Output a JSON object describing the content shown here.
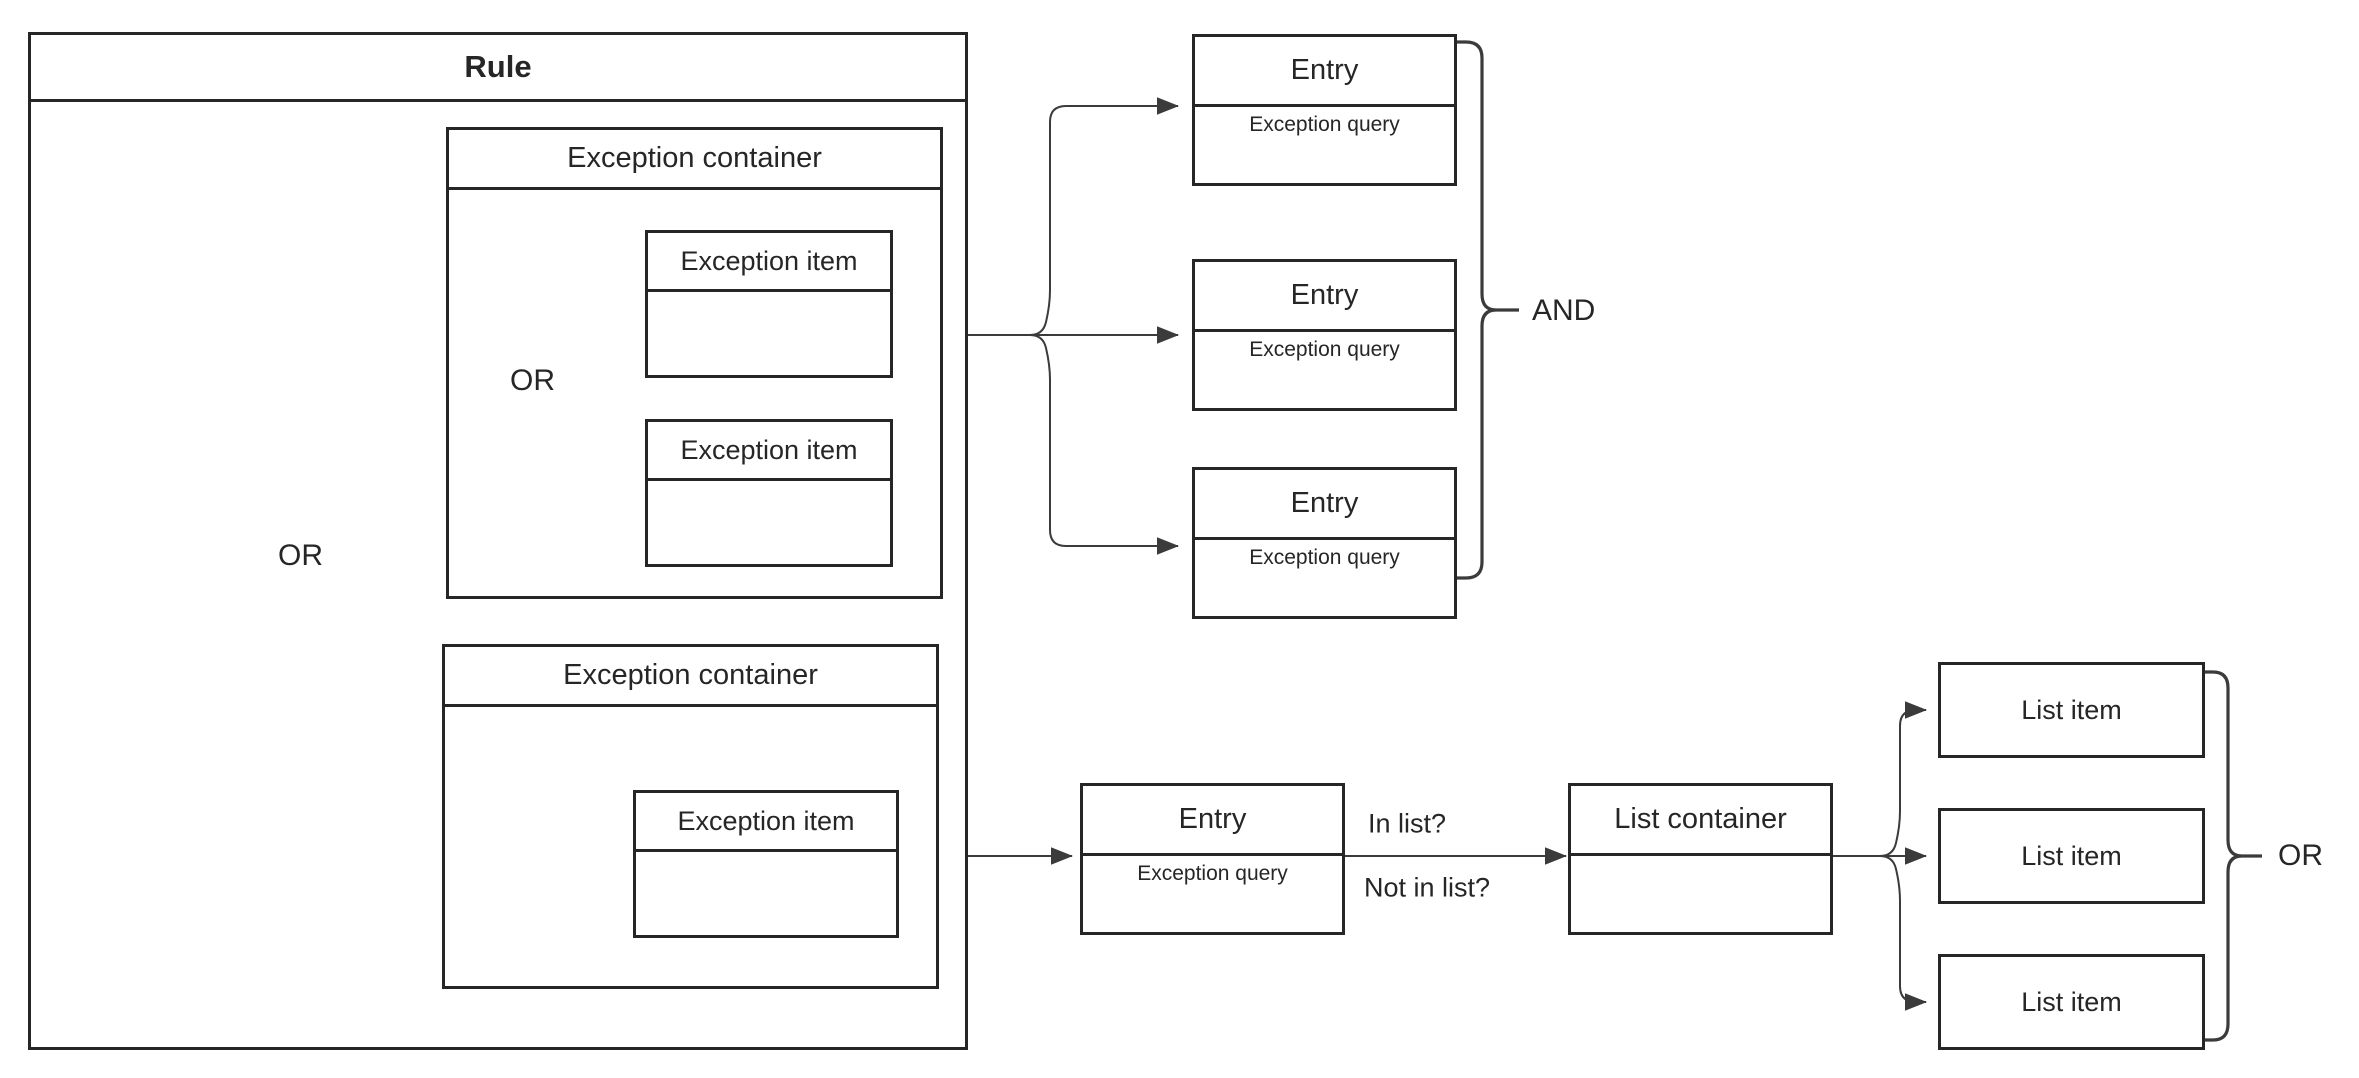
{
  "diagram": {
    "title": "Rule",
    "rule": {
      "header_label": "Rule"
    },
    "exception_containers": [
      {
        "header_label": "Exception container",
        "items": [
          {
            "header_label": "Exception item"
          },
          {
            "header_label": "Exception item"
          }
        ],
        "operator_label": "OR"
      },
      {
        "header_label": "Exception container",
        "items": [
          {
            "header_label": "Exception item"
          }
        ]
      }
    ],
    "outer_operator_label": "OR",
    "entries_top": [
      {
        "header_label": "Entry",
        "body_label": "Exception query"
      },
      {
        "header_label": "Entry",
        "body_label": "Exception query"
      },
      {
        "header_label": "Entry",
        "body_label": "Exception query"
      }
    ],
    "entries_top_operator_label": "AND",
    "entry_bottom": {
      "header_label": "Entry",
      "body_label": "Exception query"
    },
    "edge_labels": {
      "in_list": "In list?",
      "not_in_list": "Not in list?"
    },
    "list_container": {
      "header_label": "List container"
    },
    "list_items": [
      {
        "label": "List item"
      },
      {
        "label": "List item"
      },
      {
        "label": "List item"
      }
    ],
    "list_operator_label": "OR",
    "colors": {
      "stroke": "#262626",
      "fill": "#ffffff",
      "text": "#262626",
      "connector": "#3b3b3b"
    }
  }
}
